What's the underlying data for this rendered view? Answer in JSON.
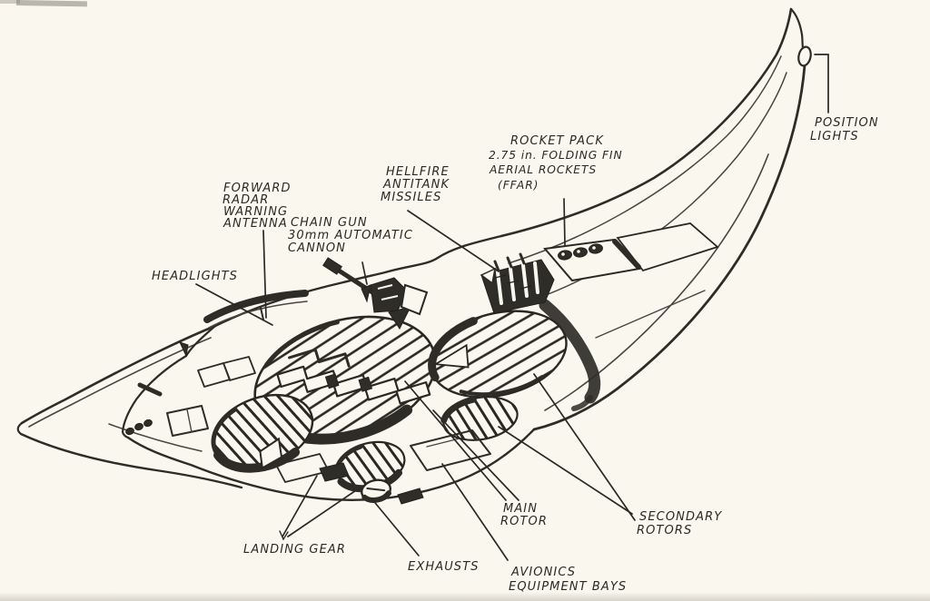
{
  "drawing": {
    "subject": "attack helicopter concept cutaway sketch",
    "style": "hand-drawn pencil and ink on paper"
  },
  "colors": {
    "paper": "#faf7ef",
    "ink": "#2e2c27",
    "shading": "#2f2d28"
  },
  "labels": {
    "headlights": {
      "lines": [
        "HEADLIGHTS"
      ]
    },
    "forward_radar": {
      "lines": [
        "FORWARD",
        "RADAR",
        "WARNING",
        "ANTENNA"
      ]
    },
    "chain_gun": {
      "lines": [
        "CHAIN GUN",
        "30mm AUTOMATIC",
        "CANNON"
      ]
    },
    "hellfire": {
      "lines": [
        "HELLFIRE",
        "ANTITANK",
        "MISSILES"
      ]
    },
    "rocket_pack": {
      "lines": [
        "ROCKET PACK",
        "2.75 in. FOLDING FIN",
        "AERIAL ROCKETS",
        "(FFAR)"
      ]
    },
    "position_lights": {
      "lines": [
        "POSITION",
        "LIGHTS"
      ]
    },
    "main_rotor": {
      "lines": [
        "MAIN",
        "ROTOR"
      ]
    },
    "secondary_rotors": {
      "lines": [
        "SECONDARY",
        "ROTORS"
      ]
    },
    "landing_gear": {
      "lines": [
        "LANDING  GEAR"
      ]
    },
    "exhausts": {
      "lines": [
        "EXHAUSTS"
      ]
    },
    "avionics": {
      "lines": [
        "AVIONICS",
        "EQUIPMENT BAYS"
      ]
    }
  }
}
